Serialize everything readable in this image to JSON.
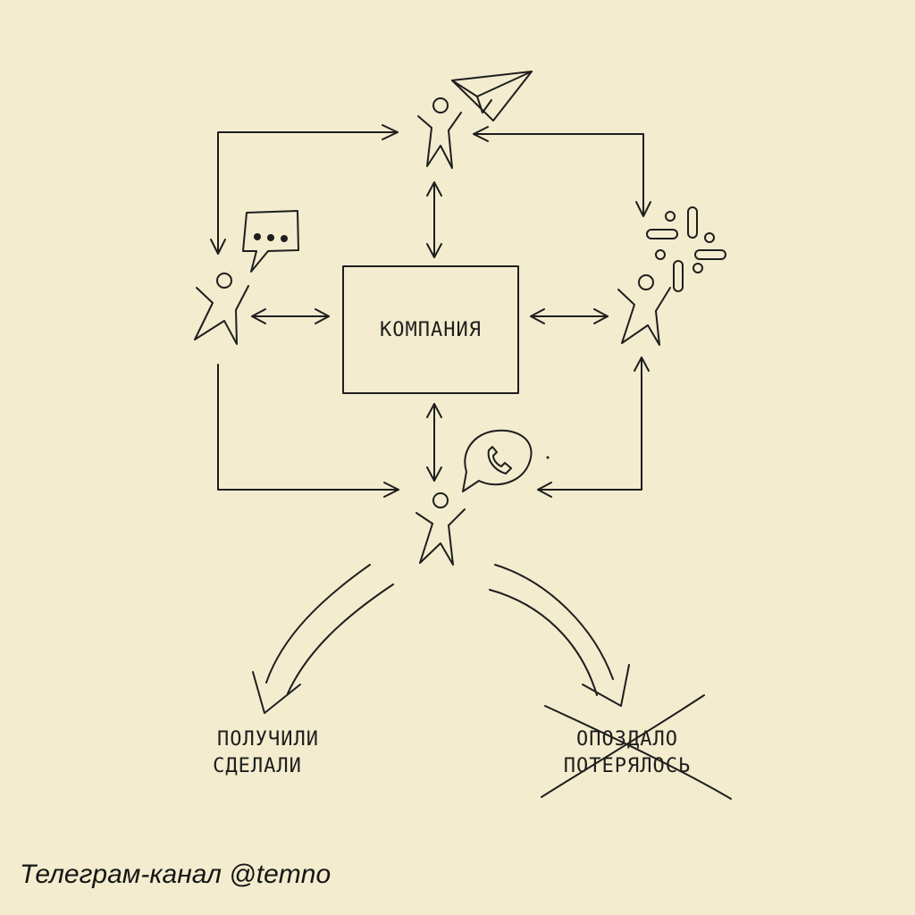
{
  "colors": {
    "background": "#f3ecce",
    "ink": "#1e1e1e"
  },
  "diagram": {
    "center_label": "КОМПАНИЯ",
    "outcome_good": {
      "line1": "ПОЛУЧИЛИ",
      "line2": "СДЕЛАЛИ"
    },
    "outcome_bad": {
      "line1": "ОПОЗДАЛО",
      "line2": "ПОТЕРЯЛОСЬ",
      "crossed_out": true
    },
    "nodes": [
      {
        "id": "top-person",
        "icon": "telegram-plane-icon"
      },
      {
        "id": "left-person",
        "icon": "chat-bubble-icon"
      },
      {
        "id": "right-person",
        "icon": "slack-logo-icon"
      },
      {
        "id": "bottom-person",
        "icon": "whatsapp-phone-icon"
      }
    ]
  },
  "footer": {
    "text": "Телеграм-канал @temno"
  }
}
